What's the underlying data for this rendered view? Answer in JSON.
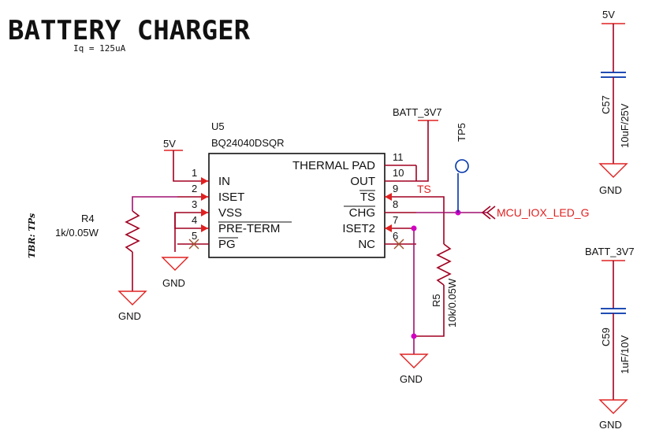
{
  "title": "BATTERY CHARGER",
  "iq_note": "Iq = 125uA",
  "side_note": "TBR: TPs",
  "ic": {
    "ref": "U5",
    "part": "BQ24040DSQR",
    "left_pins": [
      {
        "num": "1",
        "name": "IN"
      },
      {
        "num": "2",
        "name": "ISET"
      },
      {
        "num": "3",
        "name": "VSS"
      },
      {
        "num": "4",
        "name": "PRE-TERM"
      },
      {
        "num": "5",
        "name": "PG"
      }
    ],
    "right_pins": [
      {
        "num": "11",
        "name": "THERMAL PAD"
      },
      {
        "num": "10",
        "name": "OUT"
      },
      {
        "num": "9",
        "name": "TS"
      },
      {
        "num": "8",
        "name": "CHG"
      },
      {
        "num": "7",
        "name": "ISET2"
      },
      {
        "num": "6",
        "name": "NC"
      }
    ]
  },
  "nets": {
    "v5": "5V",
    "batt": "BATT_3V7",
    "gnd": "GND",
    "ts": "TS",
    "mcu": "MCU_IOX_LED_G"
  },
  "r4": {
    "ref": "R4",
    "value": "1k/0.05W"
  },
  "r5": {
    "ref": "R5",
    "value": "10k/0.05W"
  },
  "tp5": {
    "ref": "TP5"
  },
  "c57": {
    "ref": "C57",
    "value": "10uF/25V"
  },
  "c59": {
    "ref": "C59",
    "value": "1uF/10V"
  }
}
